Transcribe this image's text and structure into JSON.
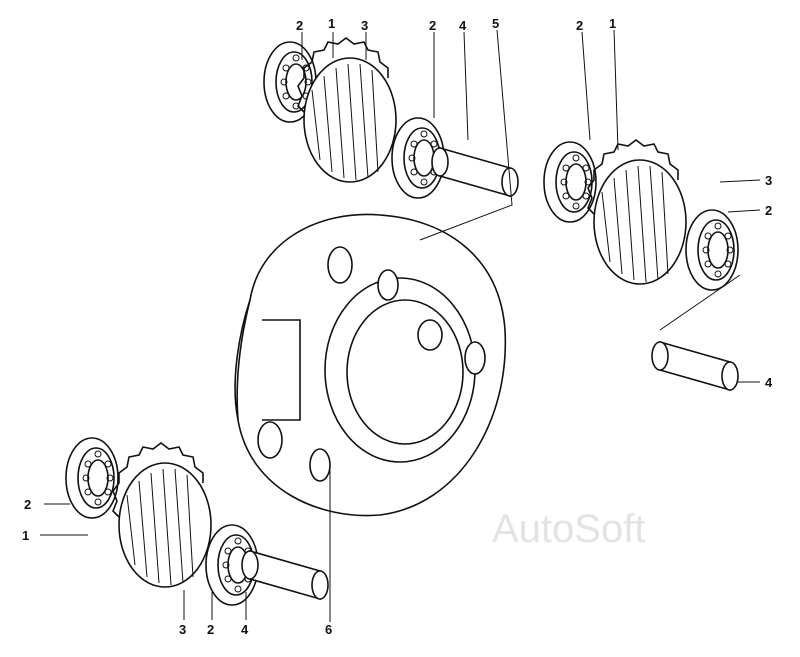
{
  "watermark": "AutoSoft",
  "callouts": {
    "top_2a": "2",
    "top_1": "1",
    "top_3": "3",
    "top_2b": "2",
    "top_4": "4",
    "top_5": "5",
    "right_2": "2",
    "right_1": "1",
    "right_3": "3",
    "right_2b": "2",
    "right_4": "4",
    "left_2": "2",
    "left_1": "1",
    "bottom_3": "3",
    "bottom_2": "2",
    "bottom_4": "4",
    "bottom_6": "6"
  },
  "parts": [
    "gear-assembly-top",
    "gear-assembly-right",
    "gear-assembly-bottom-left",
    "carrier",
    "pin"
  ]
}
